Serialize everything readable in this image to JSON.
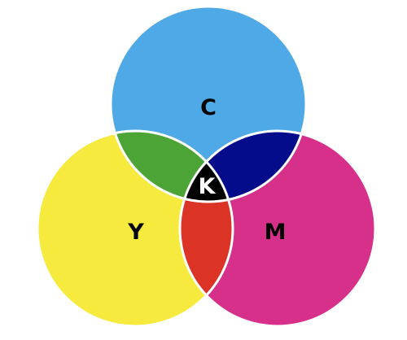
{
  "diagram": {
    "background": "#ffffff",
    "outline_color": "#ffffff",
    "circles": {
      "cyan": {
        "label": "C",
        "color": "#4FA9E7"
      },
      "yellow": {
        "label": "Y",
        "color": "#F6EA3E"
      },
      "magenta": {
        "label": "M",
        "color": "#D6308B"
      }
    },
    "overlaps": {
      "cyan_yellow": {
        "color": "#4CA336"
      },
      "cyan_magenta": {
        "color": "#050C8C"
      },
      "yellow_magenta": {
        "color": "#DB3427"
      },
      "all": {
        "label": "K",
        "color": "#000000",
        "label_color": "#ffffff"
      }
    },
    "label_color": "#000000"
  }
}
